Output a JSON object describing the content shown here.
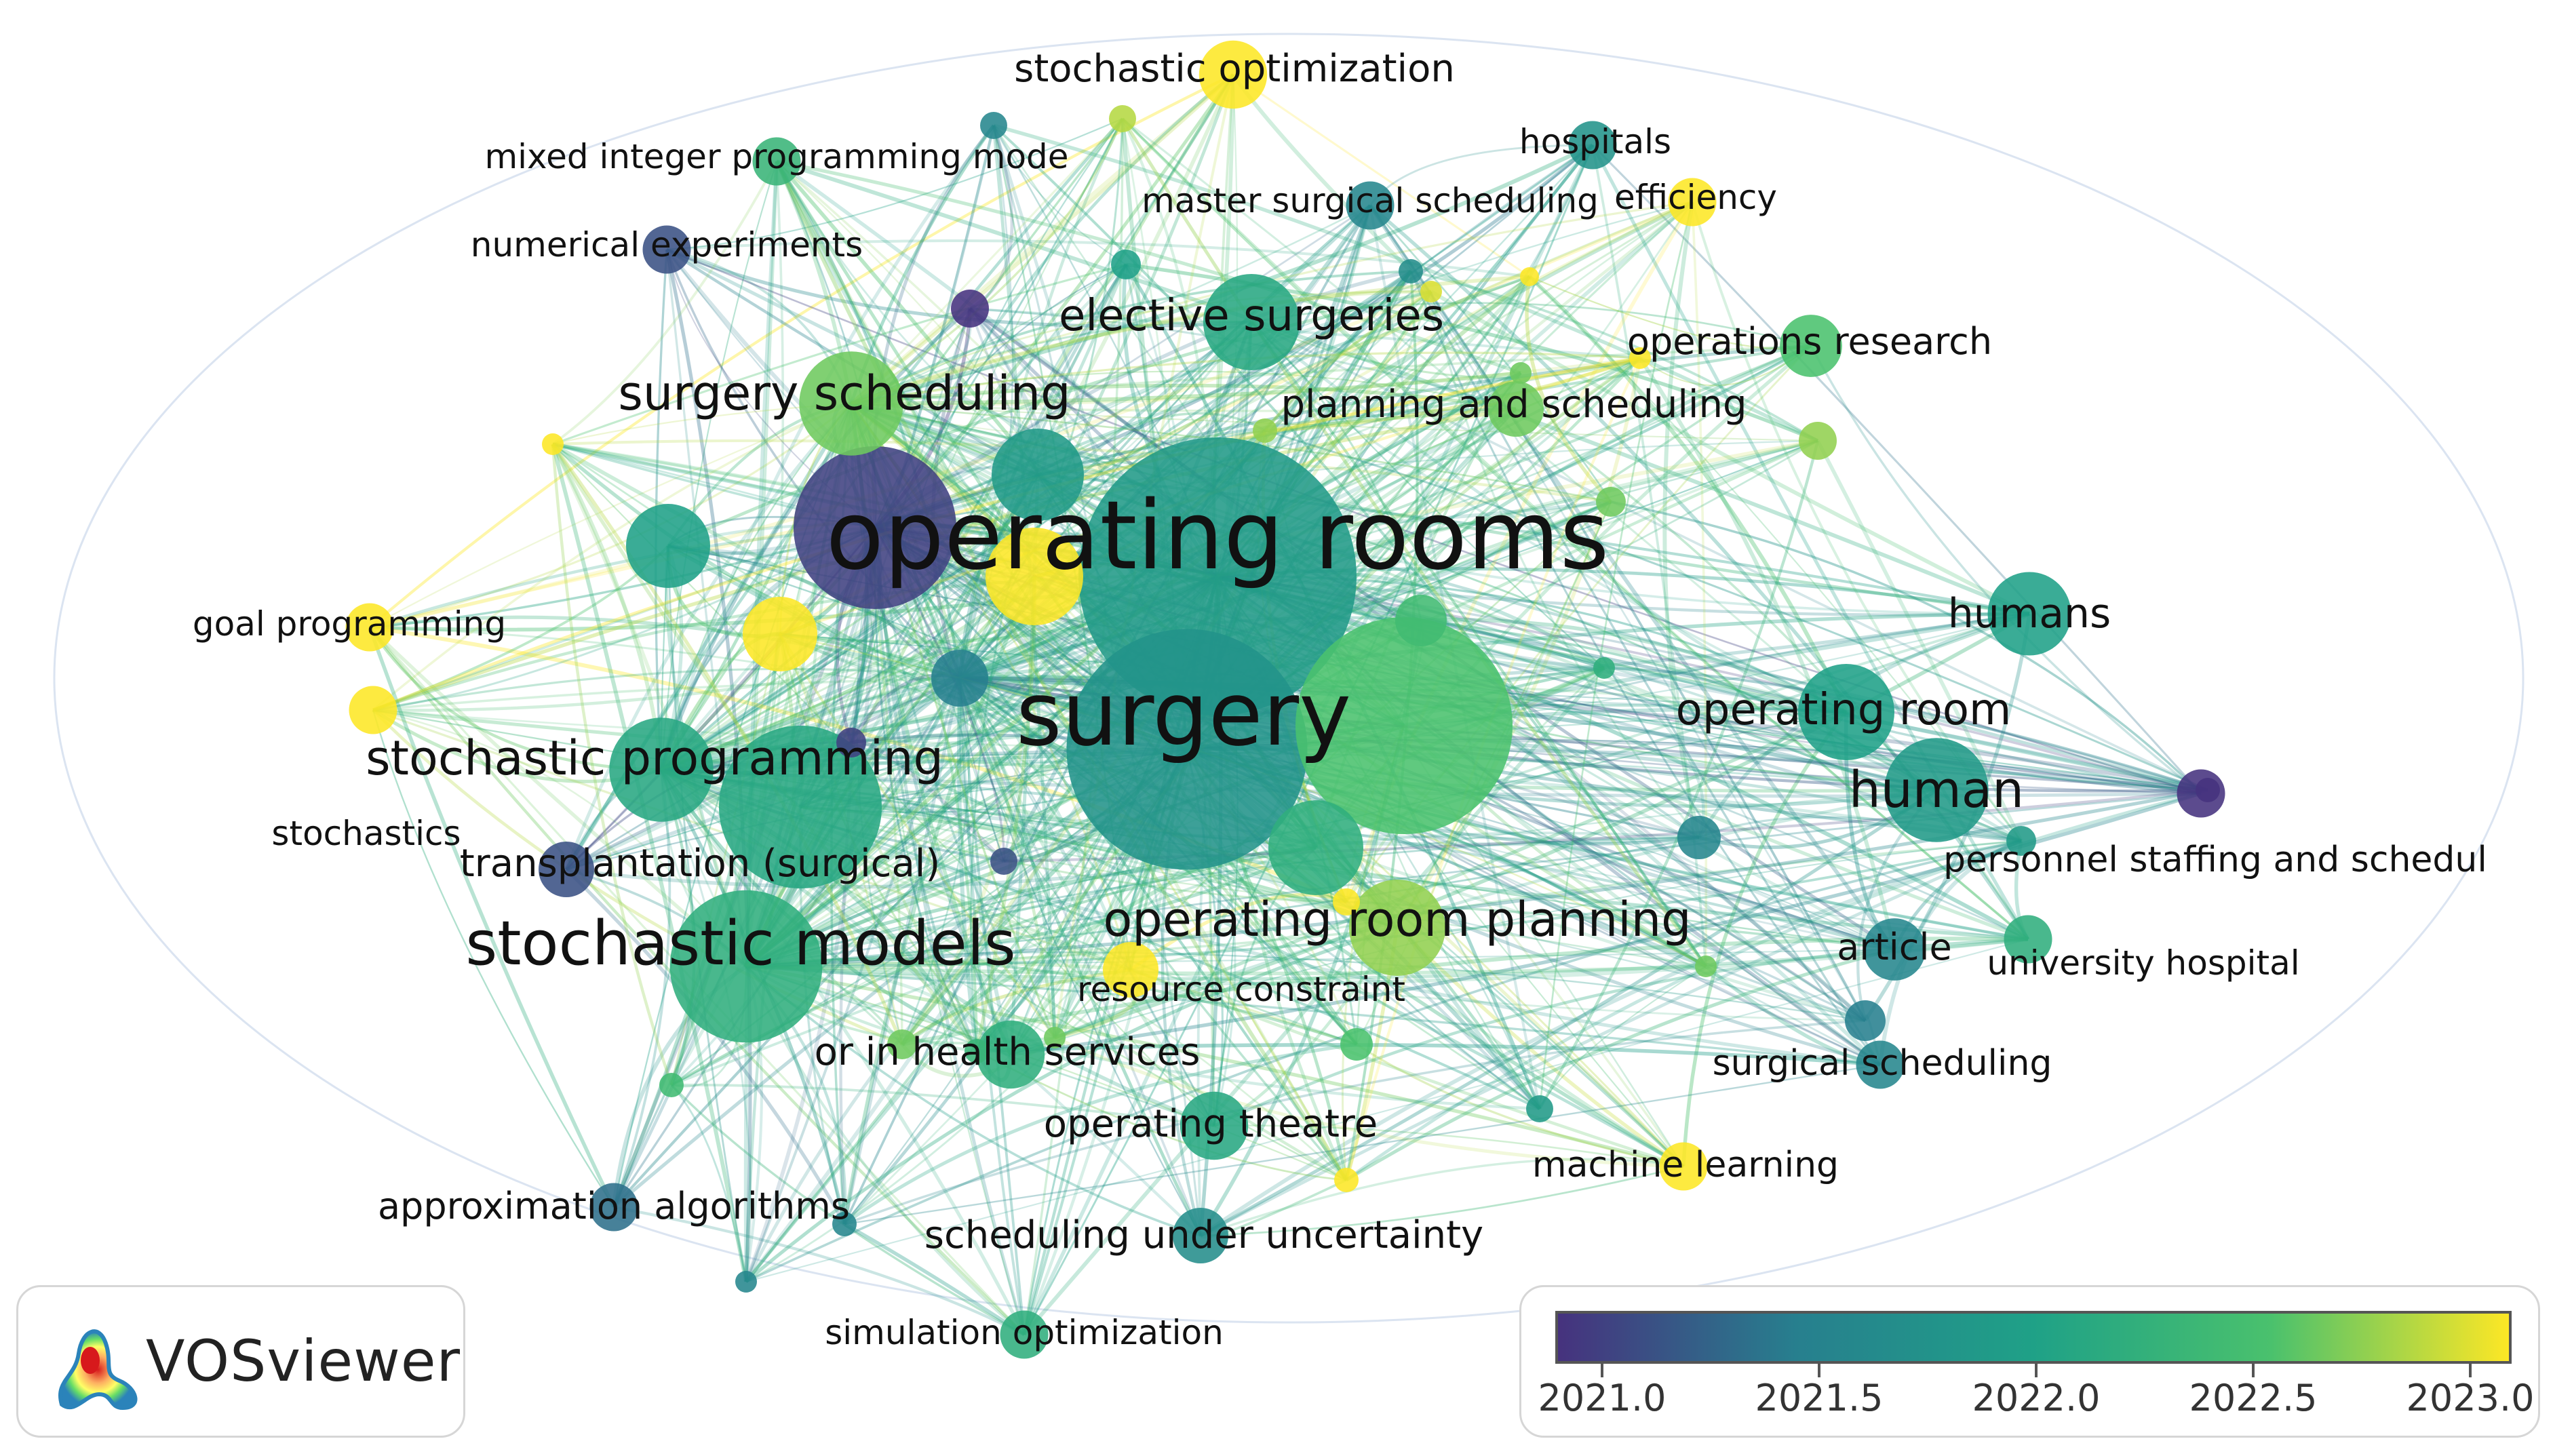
{
  "colors": {
    "c2021_0": "#46327e",
    "c2021_5": "#277f8e",
    "c2022_0": "#1fa187",
    "c2022_5": "#4ac16d",
    "c2023_0": "#fde725"
  },
  "brand": {
    "name": "VOSviewer",
    "icon": "vosviewer-logo-icon"
  },
  "legend": {
    "ticks": [
      "2021.0",
      "2021.5",
      "2022.0",
      "2022.5",
      "2023.0"
    ],
    "range": [
      2021.0,
      2023.0
    ]
  },
  "nodes": [
    {
      "label": "operating rooms",
      "year": 2021.9,
      "weight": 100
    },
    {
      "label": "surgery",
      "year": 2021.8,
      "weight": 75
    },
    {
      "label": "surgery scheduling",
      "year": 2022.6,
      "weight": 14
    },
    {
      "label": "stochastic programming",
      "year": 2022.1,
      "weight": 14
    },
    {
      "label": "stochastic models",
      "year": 2022.2,
      "weight": 30
    },
    {
      "label": "elective surgeries",
      "year": 2022.1,
      "weight": 12
    },
    {
      "label": "stochastic optimization",
      "year": 2023.0,
      "weight": 6
    },
    {
      "label": "operating room planning",
      "year": 2022.7,
      "weight": 12
    },
    {
      "label": "operating room",
      "year": 2022.0,
      "weight": 12
    },
    {
      "label": "human",
      "year": 2021.9,
      "weight": 14
    },
    {
      "label": "humans",
      "year": 2022.0,
      "weight": 9
    },
    {
      "label": "operations research",
      "year": 2022.5,
      "weight": 5
    },
    {
      "label": "planning and scheduling",
      "year": 2022.6,
      "weight": 4
    },
    {
      "label": "mixed integer programming mode",
      "year": 2022.3,
      "weight": 3
    },
    {
      "label": "numerical experiments",
      "year": 2021.2,
      "weight": 3
    },
    {
      "label": "master surgical scheduling",
      "year": 2021.6,
      "weight": 3
    },
    {
      "label": "hospitals",
      "year": 2021.8,
      "weight": 3
    },
    {
      "label": "efficiency",
      "year": 2023.0,
      "weight": 3
    },
    {
      "label": "goal programming",
      "year": 2023.0,
      "weight": 3
    },
    {
      "label": "stochastics",
      "year": 2023.0,
      "weight": 3
    },
    {
      "label": "transplantation (surgical)",
      "year": 2021.2,
      "weight": 4
    },
    {
      "label": "resource constraint",
      "year": 2023.0,
      "weight": 4
    },
    {
      "label": "or in health services",
      "year": 2022.2,
      "weight": 6
    },
    {
      "label": "operating theatre",
      "year": 2022.1,
      "weight": 6
    },
    {
      "label": "machine learning",
      "year": 2023.0,
      "weight": 3
    },
    {
      "label": "surgical scheduling",
      "year": 2021.6,
      "weight": 3
    },
    {
      "label": "article",
      "year": 2021.6,
      "weight": 5
    },
    {
      "label": "university hospital",
      "year": 2022.2,
      "weight": 3
    },
    {
      "label": "personnel staffing and schedul",
      "year": 2021.0,
      "weight": 3
    },
    {
      "label": "approximation algorithms",
      "year": 2021.4,
      "weight": 3
    },
    {
      "label": "scheduling under uncertainty",
      "year": 2021.7,
      "weight": 4
    },
    {
      "label": "simulation optimization",
      "year": 2022.2,
      "weight": 3
    }
  ]
}
